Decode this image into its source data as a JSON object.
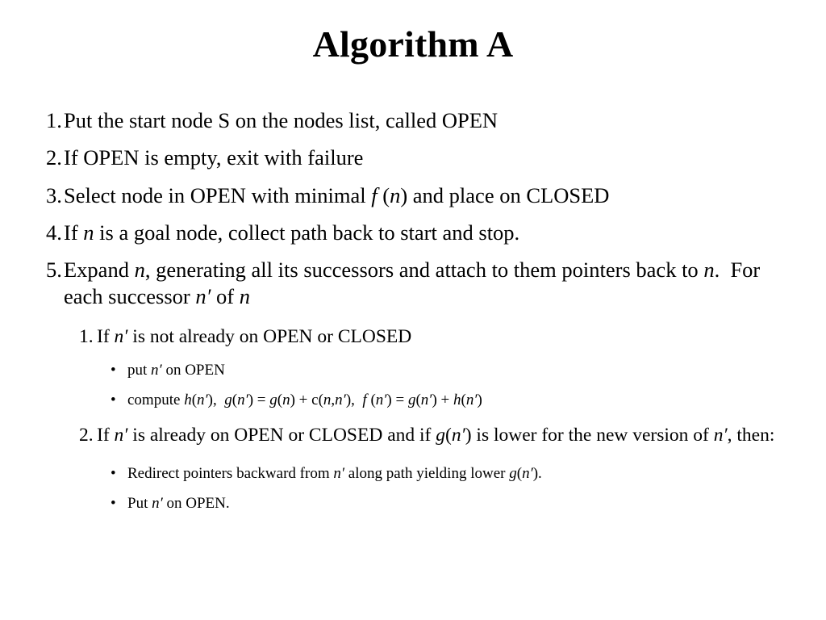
{
  "slide": {
    "title": "Algorithm A",
    "background_color": "#ffffff",
    "text_color": "#000000",
    "steps": [
      {
        "number": "1.",
        "text": "Put the start node S on the nodes list, called OPEN"
      },
      {
        "number": "2.",
        "text": "If OPEN is empty, exit with failure"
      },
      {
        "number": "3.",
        "text": "Select node in OPEN with minimal f (n) and place on CLOSED"
      },
      {
        "number": "4.",
        "text": "If n is a goal node, collect path back to start and stop."
      },
      {
        "number": "5.",
        "text": "Expand n, generating all its successors and attach to them pointers back to n.  For each successor n′ of n"
      }
    ],
    "substeps": [
      {
        "number": "1.",
        "text": "If n′ is not already on OPEN or CLOSED",
        "bullets": [
          "put n′ on OPEN",
          "compute h(n′),  g(n′) = g(n) + c(n,n′),  f (n′) = g(n′) + h(n′)"
        ]
      },
      {
        "number": "2.",
        "text": "If n′ is already on OPEN or CLOSED and if g(n′) is lower for the new version of n′, then:",
        "bullets": [
          "Redirect pointers backward from n′ along path yielding lower g(n′).",
          "Put n′ on OPEN."
        ]
      }
    ],
    "bullet_glyph": "•"
  }
}
